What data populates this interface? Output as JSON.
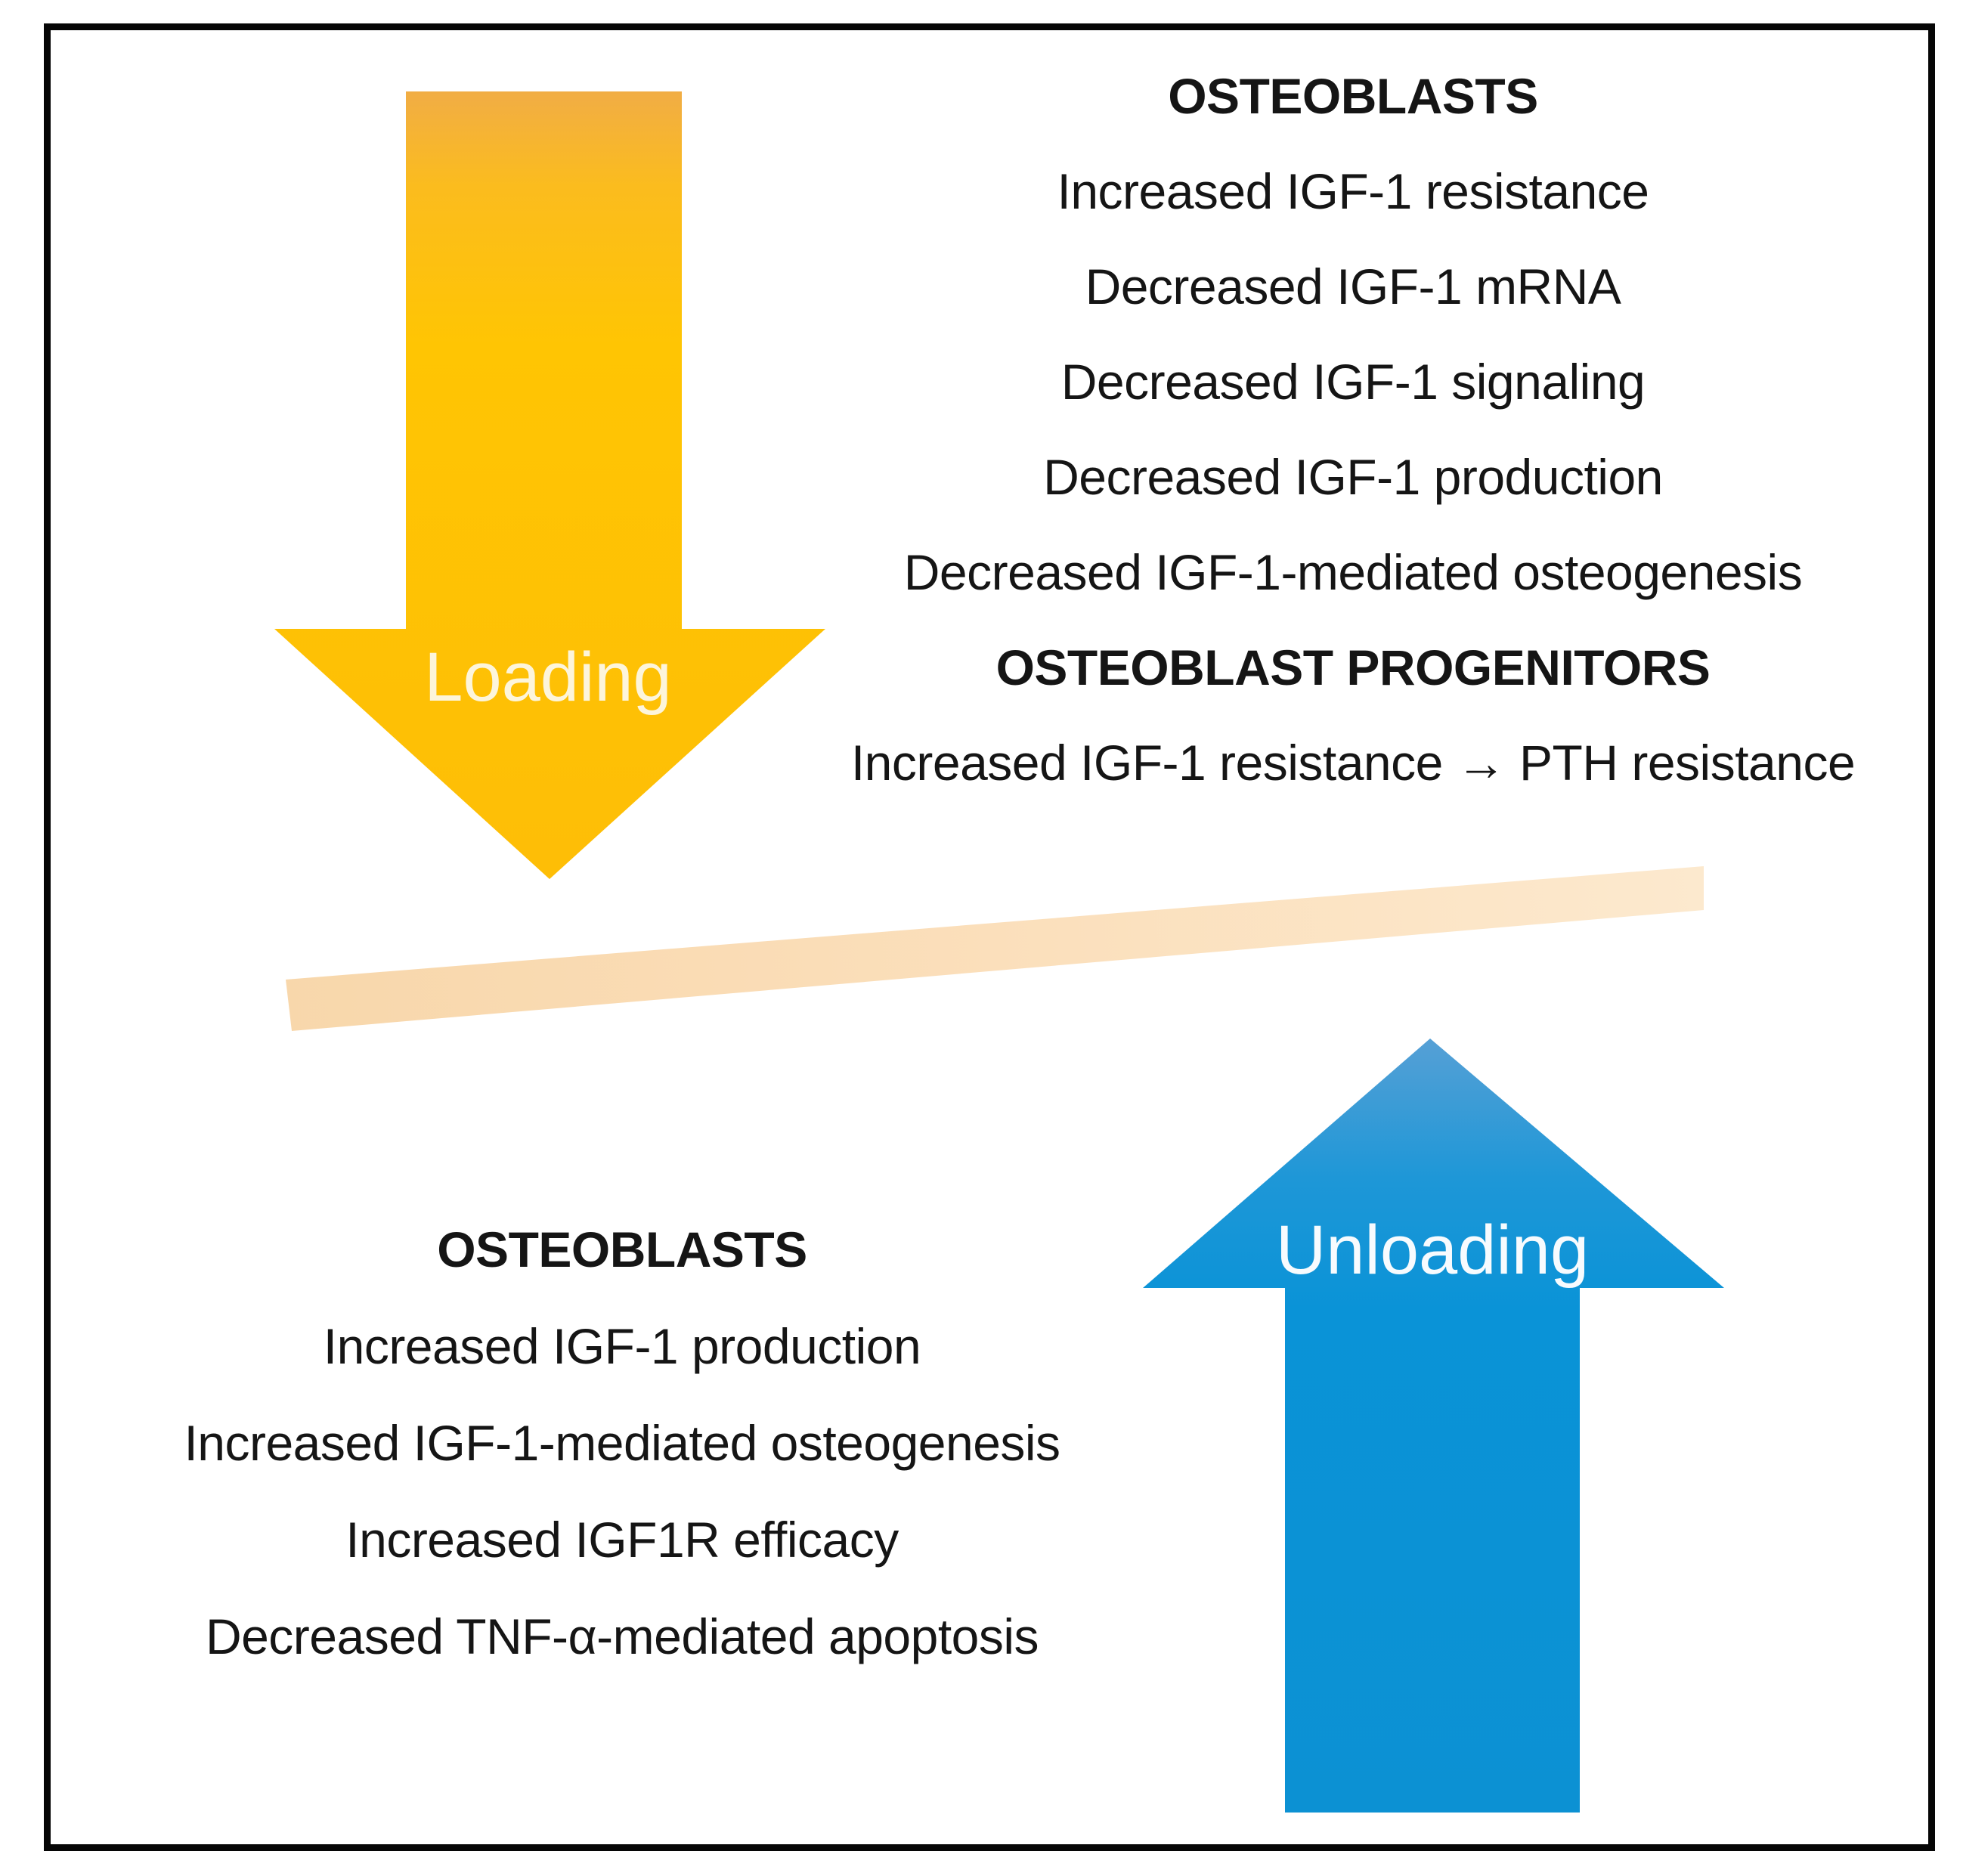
{
  "diagram": {
    "loading": {
      "label": "Loading"
    },
    "unloading": {
      "label": "Unloading"
    },
    "top_right": {
      "heading": "OSTEOBLASTS",
      "lines": [
        "Increased IGF-1 resistance",
        "Decreased IGF-1 mRNA",
        "Decreased IGF-1 signaling",
        "Decreased IGF-1 production",
        "Decreased IGF-1-mediated osteogenesis"
      ],
      "subheading": "OSTEOBLAST PROGENITORS",
      "progenitor_line": "Increased IGF-1 resistance → PTH resistance"
    },
    "bottom_left": {
      "heading": "OSTEOBLASTS",
      "lines": [
        "Increased IGF-1 production",
        "Increased IGF-1-mediated osteogenesis",
        "Increased IGF1R efficacy",
        "Decreased TNF-α-mediated apoptosis"
      ]
    },
    "colors": {
      "loading_arrow": "#FFC403",
      "unloading_arrow": "#0A93D7",
      "beam": "#FBDCB1",
      "frame_border": "#060606"
    }
  }
}
